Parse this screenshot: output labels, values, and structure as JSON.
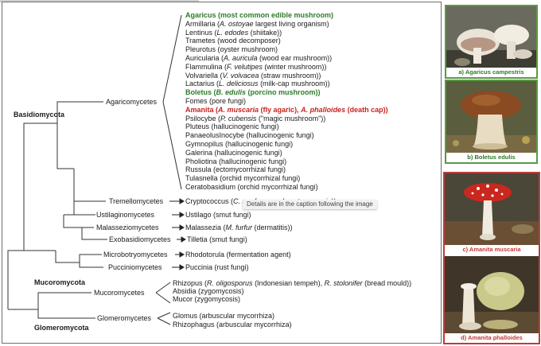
{
  "groups": {
    "basidiomycota": "Basidiomycota",
    "mucoromycota": "Mucoromycota",
    "glomeromycota": "Glomeromycota"
  },
  "classes": {
    "agaricomycetes": "Agaricomycetes",
    "tremellomycetes": "Tremellomycetes",
    "ustilaginomycetes": "Ustilaginomycetes",
    "malasseziomycetes": "Malasseziomycetes",
    "exobasidiomycetes": "Exobasidiomycetes",
    "microbotryomycetes": "Microbotryomycetes",
    "pucciniomycetes": "Pucciniomycetes",
    "mucoromycetes": "Mucoromycetes",
    "glomeromycetes": "Glomeromycetes"
  },
  "agaricomycetes_genera": [
    {
      "parts": [
        {
          "t": "Agaricus (most common edible mushroom)",
          "s": "green"
        }
      ]
    },
    {
      "parts": [
        {
          "t": "Armillaria ("
        },
        {
          "t": "A. ostoyae",
          "i": true
        },
        {
          "t": " largest living organism)"
        }
      ]
    },
    {
      "parts": [
        {
          "t": "Lentinus ("
        },
        {
          "t": "L. edodes",
          "i": true
        },
        {
          "t": " (shiitake))"
        }
      ]
    },
    {
      "parts": [
        {
          "t": "Trametes (wood decomposer)"
        }
      ]
    },
    {
      "parts": [
        {
          "t": "Pleurotus (oyster mushroom)"
        }
      ]
    },
    {
      "parts": [
        {
          "t": "Auricularia ("
        },
        {
          "t": "A. auricula",
          "i": true
        },
        {
          "t": " (wood ear mushroom))"
        }
      ]
    },
    {
      "parts": [
        {
          "t": "Flammulina ("
        },
        {
          "t": "F. velutipes",
          "i": true
        },
        {
          "t": " (winter mushroom))"
        }
      ]
    },
    {
      "parts": [
        {
          "t": "Volvariella ("
        },
        {
          "t": "V. volvacea",
          "i": true
        },
        {
          "t": " (straw mushroom))"
        }
      ]
    },
    {
      "parts": [
        {
          "t": "Lactarius ("
        },
        {
          "t": "L. deliciosus",
          "i": true
        },
        {
          "t": " (milk-cap mushroom))"
        }
      ]
    },
    {
      "parts": [
        {
          "t": "Boletus (",
          "s": "green"
        },
        {
          "t": "B. edulis",
          "s": "green",
          "i": true
        },
        {
          "t": " (porcino mushroom))",
          "s": "green"
        }
      ]
    },
    {
      "parts": [
        {
          "t": "Fomes (pore fungi)"
        }
      ]
    },
    {
      "parts": [
        {
          "t": "Amanita (",
          "s": "red"
        },
        {
          "t": "A. muscaria",
          "s": "red",
          "i": true
        },
        {
          "t": " (fly agaric), ",
          "s": "red"
        },
        {
          "t": "A. phalloides",
          "s": "red",
          "i": true
        },
        {
          "t": " (death cap))",
          "s": "red"
        }
      ]
    },
    {
      "parts": [
        {
          "t": "Psilocybe ("
        },
        {
          "t": "P. cubensis",
          "i": true
        },
        {
          "t": " (\"magic mushroom\"))"
        }
      ]
    },
    {
      "parts": [
        {
          "t": "Pluteus (hallucinogenic fungi)"
        }
      ]
    },
    {
      "parts": [
        {
          "t": "PanaeolusInocybe (hallucinogenic fungi)"
        }
      ]
    },
    {
      "parts": [
        {
          "t": "Gymnopilus (hallucinogenic fungi)"
        }
      ]
    },
    {
      "parts": [
        {
          "t": "Galerina (hallucinogenic fungi)"
        }
      ]
    },
    {
      "parts": [
        {
          "t": "Pholiotina (hallucinogenic fungi)"
        }
      ]
    },
    {
      "parts": [
        {
          "t": "Russula (ectomycorrhizal fungi)"
        }
      ]
    },
    {
      "parts": [
        {
          "t": "Tulasnella (orchid mycorrhizal fungi)"
        }
      ]
    },
    {
      "parts": [
        {
          "t": "Ceratobasidium (orchid mycorrhizal fungi)"
        }
      ]
    }
  ],
  "tremello_genus": {
    "parts": [
      {
        "t": "Cryptococcus ("
      },
      {
        "t": "C. neoformans",
        "i": true
      },
      {
        "t": " (cryptococcosis))"
      }
    ]
  },
  "single_genera": {
    "ustilago": {
      "parts": [
        {
          "t": "Ustilago (smut fungi)"
        }
      ]
    },
    "malassezia": {
      "parts": [
        {
          "t": "Malassezia ("
        },
        {
          "t": "M. furfur",
          "i": true
        },
        {
          "t": " (dermatitis))"
        }
      ]
    },
    "tilletia": {
      "parts": [
        {
          "t": "Tilletia (smut fungi)"
        }
      ]
    },
    "rhodotorula": {
      "parts": [
        {
          "t": "Rhodotorula (fermentation agent)"
        }
      ]
    },
    "puccinia": {
      "parts": [
        {
          "t": "Puccinia (rust fungi)"
        }
      ]
    }
  },
  "mucoro_genera": [
    {
      "parts": [
        {
          "t": "Rhizopus ("
        },
        {
          "t": "R. oligosporus",
          "i": true
        },
        {
          "t": " (Indonesian tempeh), "
        },
        {
          "t": "R. stolonifer",
          "i": true
        },
        {
          "t": " (bread mould))"
        }
      ]
    },
    {
      "parts": [
        {
          "t": "Absidia (zygomycosis)"
        }
      ]
    },
    {
      "parts": [
        {
          "t": "Mucor (zygomycosis)"
        }
      ]
    }
  ],
  "glomero_genera": [
    {
      "parts": [
        {
          "t": "Glomus (arbuscular mycorrhiza)"
        }
      ]
    },
    {
      "parts": [
        {
          "t": "Rhizophagus (arbuscular mycorrhiza)"
        }
      ]
    }
  ],
  "tooltip": "Details are in the caption following the image",
  "photos": [
    {
      "caption": "a) Agaricus campestris"
    },
    {
      "caption": "b) Boletus edulis"
    },
    {
      "caption": "c) Amanita muscaria"
    },
    {
      "caption": "d) Amanita phalloides"
    }
  ],
  "colors": {
    "edible_green": "#2e7a2a",
    "toxic_red": "#c8231f",
    "tree_line": "#333333"
  }
}
